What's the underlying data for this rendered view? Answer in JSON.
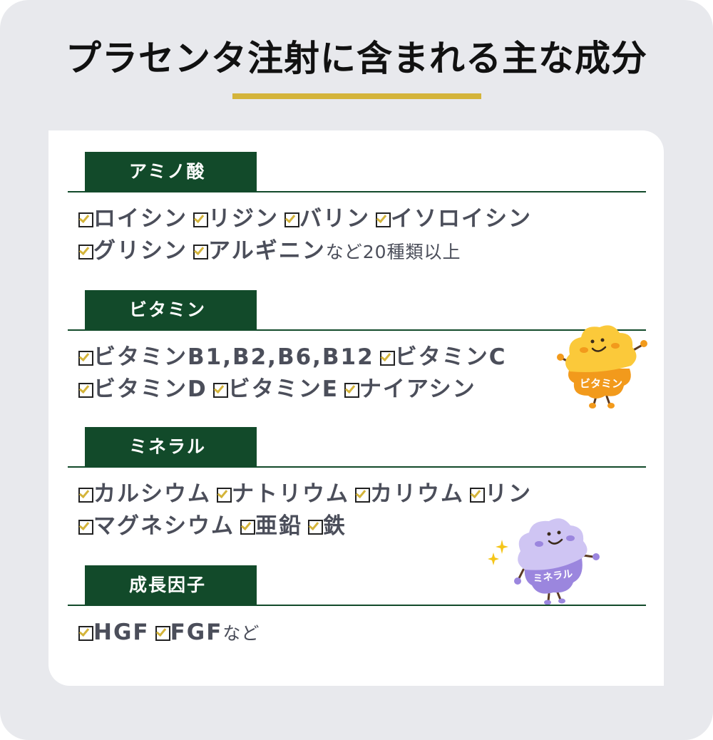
{
  "title": "プラセンタ注射に含まれる主な成分",
  "colors": {
    "background": "#e8e9ed",
    "card": "#ffffff",
    "accent_gold": "#d4b43a",
    "section_green": "#124a2a",
    "item_text": "#4b4e5a",
    "title_text": "#111111",
    "vitamin_mascot": "#f9c938",
    "mineral_mascot": "#c5b8f0"
  },
  "sections": [
    {
      "label": "アミノ酸",
      "lines": [
        {
          "items": [
            "ロイシン",
            "リジン",
            "バリン",
            "イソロイシン"
          ],
          "suffix": ""
        },
        {
          "items": [
            "グリシン",
            "アルギニン"
          ],
          "suffix": "など20種類以上"
        }
      ]
    },
    {
      "label": "ビタミン",
      "lines": [
        {
          "items": [
            "ビタミンB1,B2,B6,B12",
            "ビタミンC"
          ],
          "suffix": ""
        },
        {
          "items": [
            "ビタミンD",
            "ビタミンE",
            "ナイアシン"
          ],
          "suffix": ""
        }
      ]
    },
    {
      "label": "ミネラル",
      "lines": [
        {
          "items": [
            "カルシウム",
            "ナトリウム",
            "カリウム",
            "リン"
          ],
          "suffix": ""
        },
        {
          "items": [
            "マグネシウム",
            "亜鉛",
            "鉄"
          ],
          "suffix": ""
        }
      ]
    },
    {
      "label": "成長因子",
      "lines": [
        {
          "items": [
            "HGF",
            "FGF"
          ],
          "suffix": "など"
        }
      ]
    }
  ],
  "mascots": {
    "vitamin": {
      "label": "ビタミン",
      "icon": "vitamin-mascot-icon"
    },
    "mineral": {
      "label": "ミネラル",
      "icon": "mineral-mascot-icon"
    }
  },
  "icons": {
    "check": "checkbox-checked-icon",
    "sparkle": "sparkle-icon"
  }
}
